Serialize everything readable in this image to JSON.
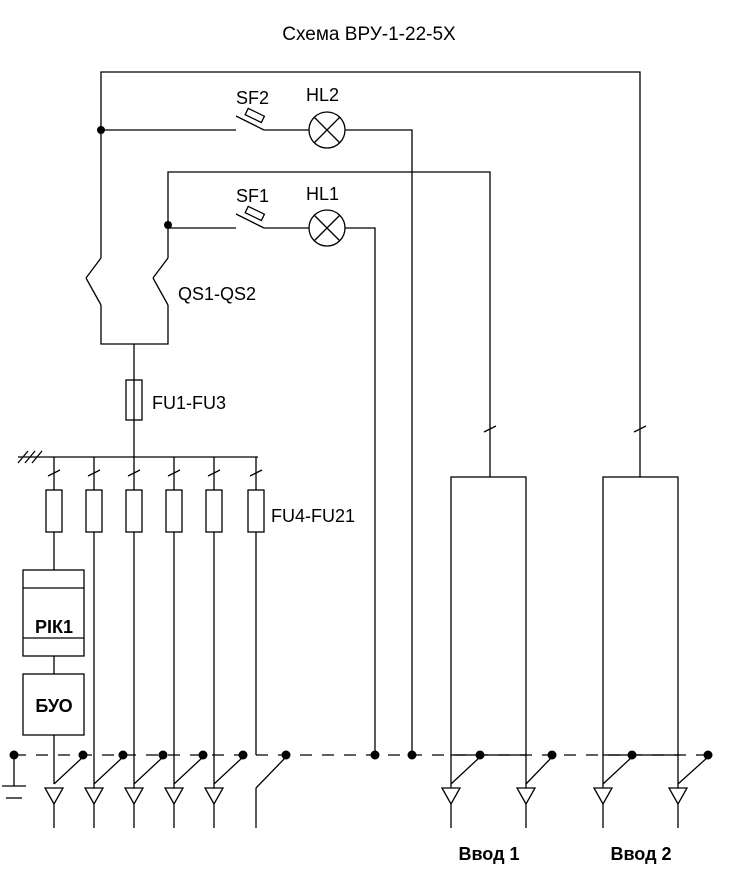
{
  "title": "Схема ВРУ-1-22-5Х",
  "labels": {
    "sf2": "SF2",
    "hl2": "HL2",
    "sf1": "SF1",
    "hl1": "HL1",
    "qs": "QS1-QS2",
    "fu1_3": "FU1-FU3",
    "fu4_21": "FU4-FU21",
    "rik1": "РІК1",
    "buo": "БУО",
    "input1": "Ввод 1",
    "input2": "Ввод 2"
  },
  "colors": {
    "line": "#000000",
    "background": "#ffffff"
  }
}
